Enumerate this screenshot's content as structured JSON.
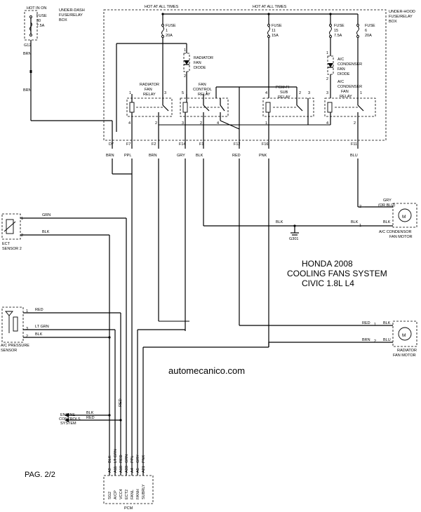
{
  "header": {
    "hot_in_on": "HOT IN ON",
    "hot_at_all_times_1": "HOT AT ALL TIMES",
    "hot_at_all_times_2": "HOT AT ALL TIMES"
  },
  "boxes": {
    "dash_box_line1": "UNDER-DASH",
    "dash_box_line2": "FUSE/RELAY",
    "dash_box_line3": "BOX",
    "hood_box_line1": "UNDER-HOOD",
    "hood_box_line2": "FUSE/RELAY",
    "hood_box_line3": "BOX"
  },
  "fuses": [
    {
      "line1": "FUSE",
      "line2": "30",
      "line3": "7.5A"
    },
    {
      "line1": "FUSE",
      "line2": "1",
      "line3": "20A"
    },
    {
      "line1": "FUSE",
      "line2": "11",
      "line3": "15A"
    },
    {
      "line1": "FUSE",
      "line2": "15",
      "line3": "7.5A"
    },
    {
      "line1": "FUSE",
      "line2": "6",
      "line3": "20A"
    }
  ],
  "relays": {
    "radiator": [
      "RADIATOR",
      "FAN",
      "RELAY"
    ],
    "fan_control": [
      "FAN",
      "CONTROL",
      "RELAY"
    ],
    "pgm": [
      "PGM-FI",
      "SUB",
      "RELAY"
    ],
    "ac_condenser": [
      "A/C",
      "CONDENSER",
      "FAN",
      "RELAY"
    ]
  },
  "diodes": {
    "radiator": [
      "RADIATOR",
      "FAN",
      "DIODE"
    ],
    "ac_condenser": [
      "A/C",
      "CONDENSER",
      "FAN",
      "DIODE"
    ]
  },
  "connectors": {
    "g12": "G12",
    "d7": "D7",
    "f7": "F7",
    "f2": "F2",
    "f14": "F14",
    "f1": "F1",
    "f12": "F12",
    "f16": "F16",
    "f11": "F11"
  },
  "wires": {
    "brn1": "BRN",
    "brn2": "BRN",
    "brn_d7": "BRN",
    "ppl_f7": "PPL",
    "brn_f2": "BRN",
    "gry_f14": "GRY",
    "blk_f1": "BLK",
    "red_f12": "RED",
    "pnk_f16": "PNK",
    "blu_f11": "BLU",
    "grn_ect": "GRN",
    "blk_ect": "BLK",
    "red_acp": "RED",
    "ltgrn_acp": "LT GRN",
    "blk_acp": "BLK",
    "blk_ecs": "BLK",
    "red_ecs": "RED",
    "red_vert": "RED",
    "gry_cond": "GRY",
    "or_blu": "(OR BLU)",
    "blk_cond": "BLK",
    "blk_cond2": "BLK",
    "blk_ground": "BLK",
    "red_rad": "RED",
    "blk_rad": "BLK",
    "brn_rad": "BRN",
    "blu_rad": "BLU"
  },
  "components": {
    "ect_sensor": [
      "ECT",
      "SENSOR 2"
    ],
    "ac_pressure": [
      "A/C PRESSURE",
      "SENSOR"
    ],
    "ecs": [
      "ENGINE",
      "CONTROLS",
      "SYSTEM"
    ],
    "cond_fan_motor": [
      "A/C CONDENSOR",
      "FAN MOTOR"
    ],
    "rad_fan_motor": [
      "RADIATOR",
      "FAN MOTOR"
    ],
    "ground": "G301",
    "pcm": "PCM",
    "motor_symbol": "M"
  },
  "pcm_pins": [
    {
      "pin": "A9",
      "wire": "BLK",
      "fn": "SG2"
    },
    {
      "pin": "A11",
      "wire": "LT GRN",
      "fn": "A/CP"
    },
    {
      "pin": "A18",
      "wire": "RED",
      "fn": "VCC4"
    },
    {
      "pin": "A33",
      "wire": "GRN",
      "fn": "ECT2"
    },
    {
      "pin": "A4",
      "wire": "PPL",
      "fn": "FANL"
    },
    {
      "pin": "A5",
      "wire": "GRY",
      "fn": "FANH"
    },
    {
      "pin": "A21",
      "wire": "PNK",
      "fn": "SUBRLY"
    }
  ],
  "pin_numbers": {
    "rad_4": "4",
    "rad_1": "1",
    "rad_3": "3",
    "rad_2": "2",
    "fc_5": "5",
    "fc_1": "1",
    "fc_2": "2",
    "fc_3": "3",
    "fc_4": "4",
    "pgm_4": "4",
    "pgm_1": "1",
    "pgm_2": "2",
    "pgm_3": "3",
    "acc_3": "3",
    "acc_4": "4",
    "acc_1": "1",
    "acc_2": "2",
    "rd_1": "1",
    "rd_2": "2",
    "acd_1": "1",
    "acd_2": "2",
    "ect_1": "1",
    "ect_2": "2",
    "acp_1": "1",
    "acp_2": "2",
    "acp_3": "3",
    "cm_2": "2",
    "cm_1": "1",
    "rm_1": "1",
    "rm_2": "2"
  },
  "title": {
    "line1": "HONDA 2008",
    "line2": "COOLING FANS SYSTEM",
    "line3": "CIVIC 1.8L L4"
  },
  "website": "automecanico.com",
  "page": "PAG. 2/2"
}
